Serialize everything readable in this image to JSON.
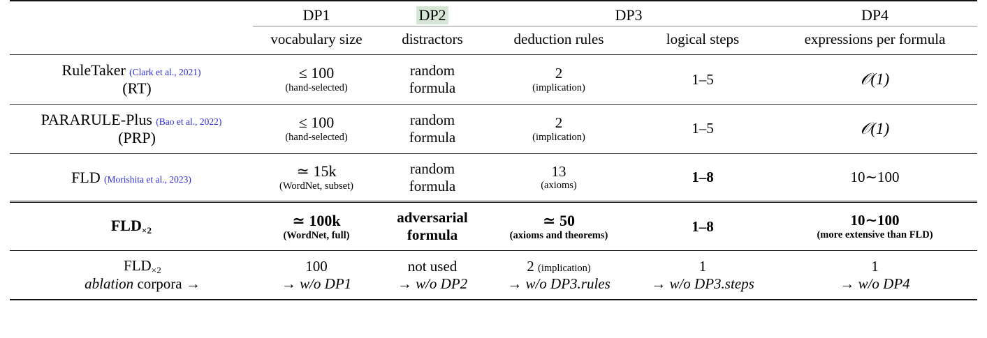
{
  "table": {
    "groups": [
      {
        "id": "blank",
        "label": ""
      },
      {
        "id": "dp1",
        "label": "DP1",
        "highlight": false
      },
      {
        "id": "dp2",
        "label": "DP2",
        "highlight": true
      },
      {
        "id": "dp3",
        "label": "DP3",
        "highlight": false
      },
      {
        "id": "dp4",
        "label": "DP4",
        "highlight": false
      }
    ],
    "highlight_color": "#d5e6d5",
    "citation_color": "#2b2bd4",
    "subheaders": [
      "",
      "vocabulary size",
      "distractors",
      "deduction rules",
      "logical steps",
      "expressions per formula"
    ],
    "rows": [
      {
        "id": "ruletaker",
        "name": "RuleTaker",
        "citation": "(Clark et al., 2021)",
        "name_line2": "(RT)",
        "dp1_main": "≤ 100",
        "dp1_note": "(hand-selected)",
        "dp2_line1": "random",
        "dp2_line2": "formula",
        "dp3_rules_main": "2",
        "dp3_rules_note": "(implication)",
        "dp3_steps": "1–5",
        "dp4_main": "𝒪(1)",
        "dp4_note": ""
      },
      {
        "id": "pararule-plus",
        "name": "PARARULE-Plus",
        "citation": "(Bao et al., 2022)",
        "name_line2": "(PRP)",
        "dp1_main": "≤ 100",
        "dp1_note": "(hand-selected)",
        "dp2_line1": "random",
        "dp2_line2": "formula",
        "dp3_rules_main": "2",
        "dp3_rules_note": "(implication)",
        "dp3_steps": "1–5",
        "dp4_main": "𝒪(1)",
        "dp4_note": ""
      },
      {
        "id": "fld",
        "name": "FLD",
        "citation": "(Morishita et al., 2023)",
        "name_line2": "",
        "dp1_main": "≃ 15k",
        "dp1_note": "(WordNet, subset)",
        "dp2_line1": "random",
        "dp2_line2": "formula",
        "dp3_rules_main": "13",
        "dp3_rules_note": "(axioms)",
        "dp3_steps": "1–8",
        "dp4_main": "10∼100",
        "dp4_note": ""
      },
      {
        "id": "fld-x2",
        "name": "FLD",
        "name_subscript": "×2",
        "citation": "",
        "name_line2": "",
        "dp1_main": "≃ 100k",
        "dp1_note": "(WordNet, full)",
        "dp2_line1": "adversarial",
        "dp2_line2": "formula",
        "dp3_rules_main": "≃ 50",
        "dp3_rules_note": "(axioms and theorems)",
        "dp3_steps": "1–8",
        "dp4_main": "10∼100",
        "dp4_note": "(more extensive than FLD)"
      },
      {
        "id": "ablation",
        "name": "FLD",
        "name_subscript": "×2",
        "name_line2_italic": "ablation",
        "name_line2_rest": " corpora →",
        "dp1_main": "100",
        "dp1_arrow": "→ w/o DP1",
        "dp2_main": "not used",
        "dp2_arrow": "→ w/o DP2",
        "dp3_rules_main": "2",
        "dp3_rules_note": "(implication)",
        "dp3_rules_arrow": "→ w/o DP3.rules",
        "dp3_steps_main": "1",
        "dp3_steps_arrow": "→ w/o DP3.steps",
        "dp4_main": "1",
        "dp4_arrow": "→ w/o DP4"
      }
    ]
  }
}
